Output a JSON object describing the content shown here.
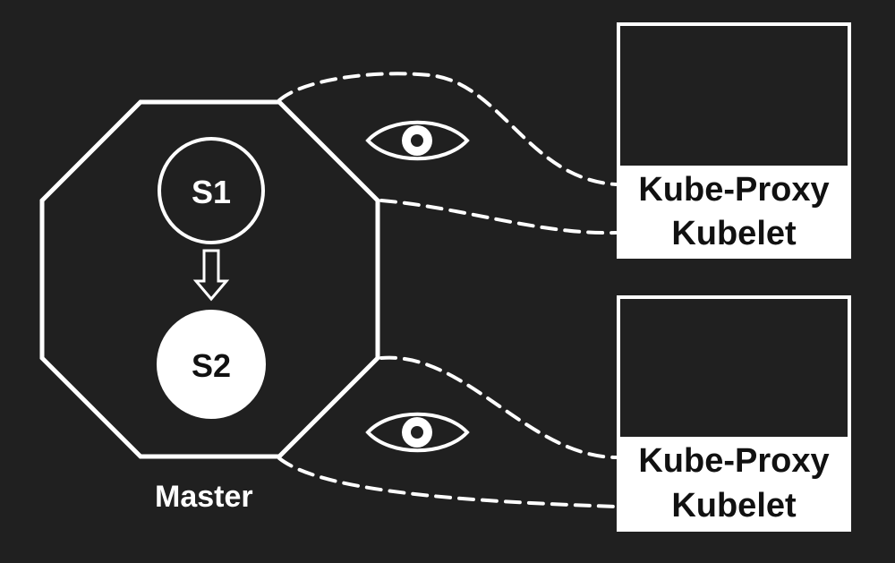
{
  "diagram": {
    "master": {
      "label": "Master",
      "pods": [
        {
          "label": "S1",
          "style": "outline"
        },
        {
          "label": "S2",
          "style": "filled"
        }
      ]
    },
    "worker_nodes": [
      {
        "labels": [
          "Kube-Proxy",
          "Kubelet"
        ]
      },
      {
        "labels": [
          "Kube-Proxy",
          "Kubelet"
        ]
      }
    ],
    "colors": {
      "background": "#202020",
      "foreground": "#ffffff",
      "text_on_light": "#111111"
    },
    "icons": [
      "eye-icon",
      "eye-icon",
      "down-arrow-icon"
    ]
  }
}
